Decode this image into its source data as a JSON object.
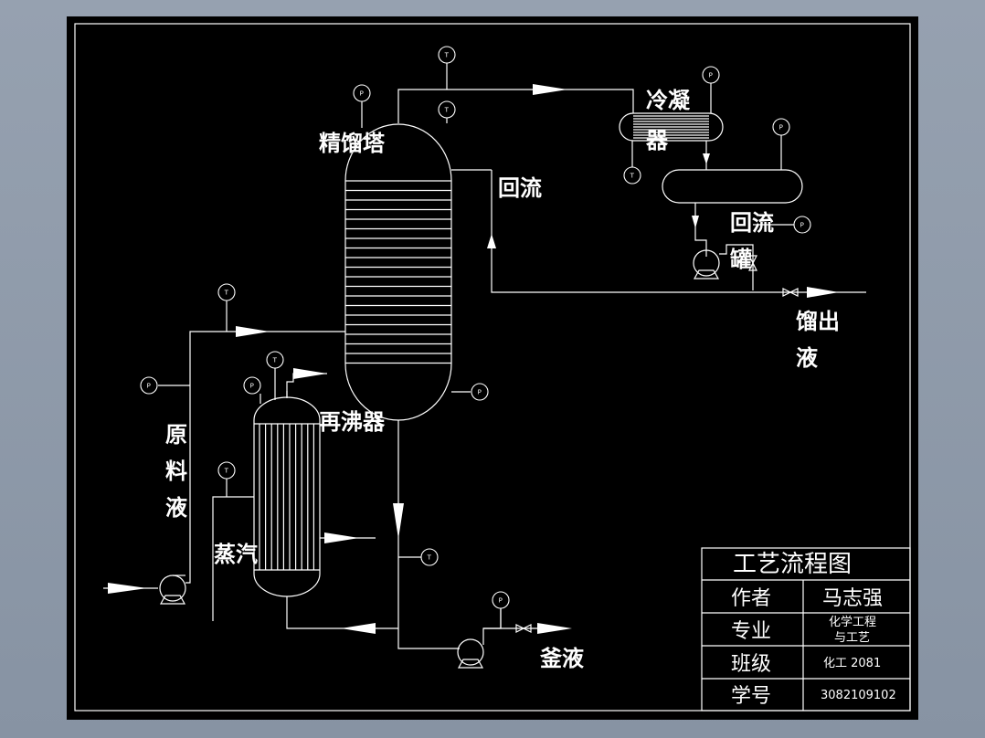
{
  "labels": {
    "column": "精馏塔",
    "condenser_1": "冷凝",
    "condenser_2": "器",
    "reflux_line": "回流",
    "reflux_drum_1": "回流",
    "reflux_drum_2": "罐",
    "distillate_1": "馏出",
    "distillate_2": "液",
    "feed_1": "原",
    "feed_2": "料",
    "feed_3": "液",
    "reboiler": "再沸器",
    "steam": "蒸汽",
    "bottoms": "釜液"
  },
  "instruments": {
    "temperature": "T",
    "pressure": "P"
  },
  "title_block": {
    "title": "工艺流程图",
    "rows": [
      {
        "label": "作者",
        "value": "马志强"
      },
      {
        "label": "专业",
        "value_line1": "化学工程",
        "value_line2": "与工艺"
      },
      {
        "label": "班级",
        "value": "化工 2081"
      },
      {
        "label": "学号",
        "value": "3082109102"
      }
    ]
  },
  "colors": {
    "background": "#000000",
    "lines": "#ffffff",
    "frame": "#8e99a8"
  }
}
